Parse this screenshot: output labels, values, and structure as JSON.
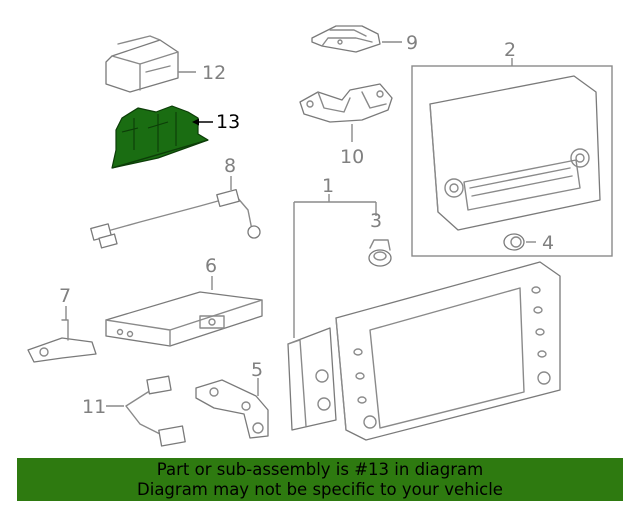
{
  "callouts": [
    "1",
    "2",
    "3",
    "4",
    "5",
    "6",
    "7",
    "8",
    "9",
    "10",
    "11",
    "12",
    "13"
  ],
  "highlighted_part": "13",
  "banner": {
    "line1": "Part or sub-assembly is #13 in diagram",
    "line2": "Diagram may not be specific to your vehicle"
  },
  "colors": {
    "highlight_fill": "#1a6d12",
    "banner_background": "#2e7a10",
    "line_gray": "#8a8a8a"
  }
}
